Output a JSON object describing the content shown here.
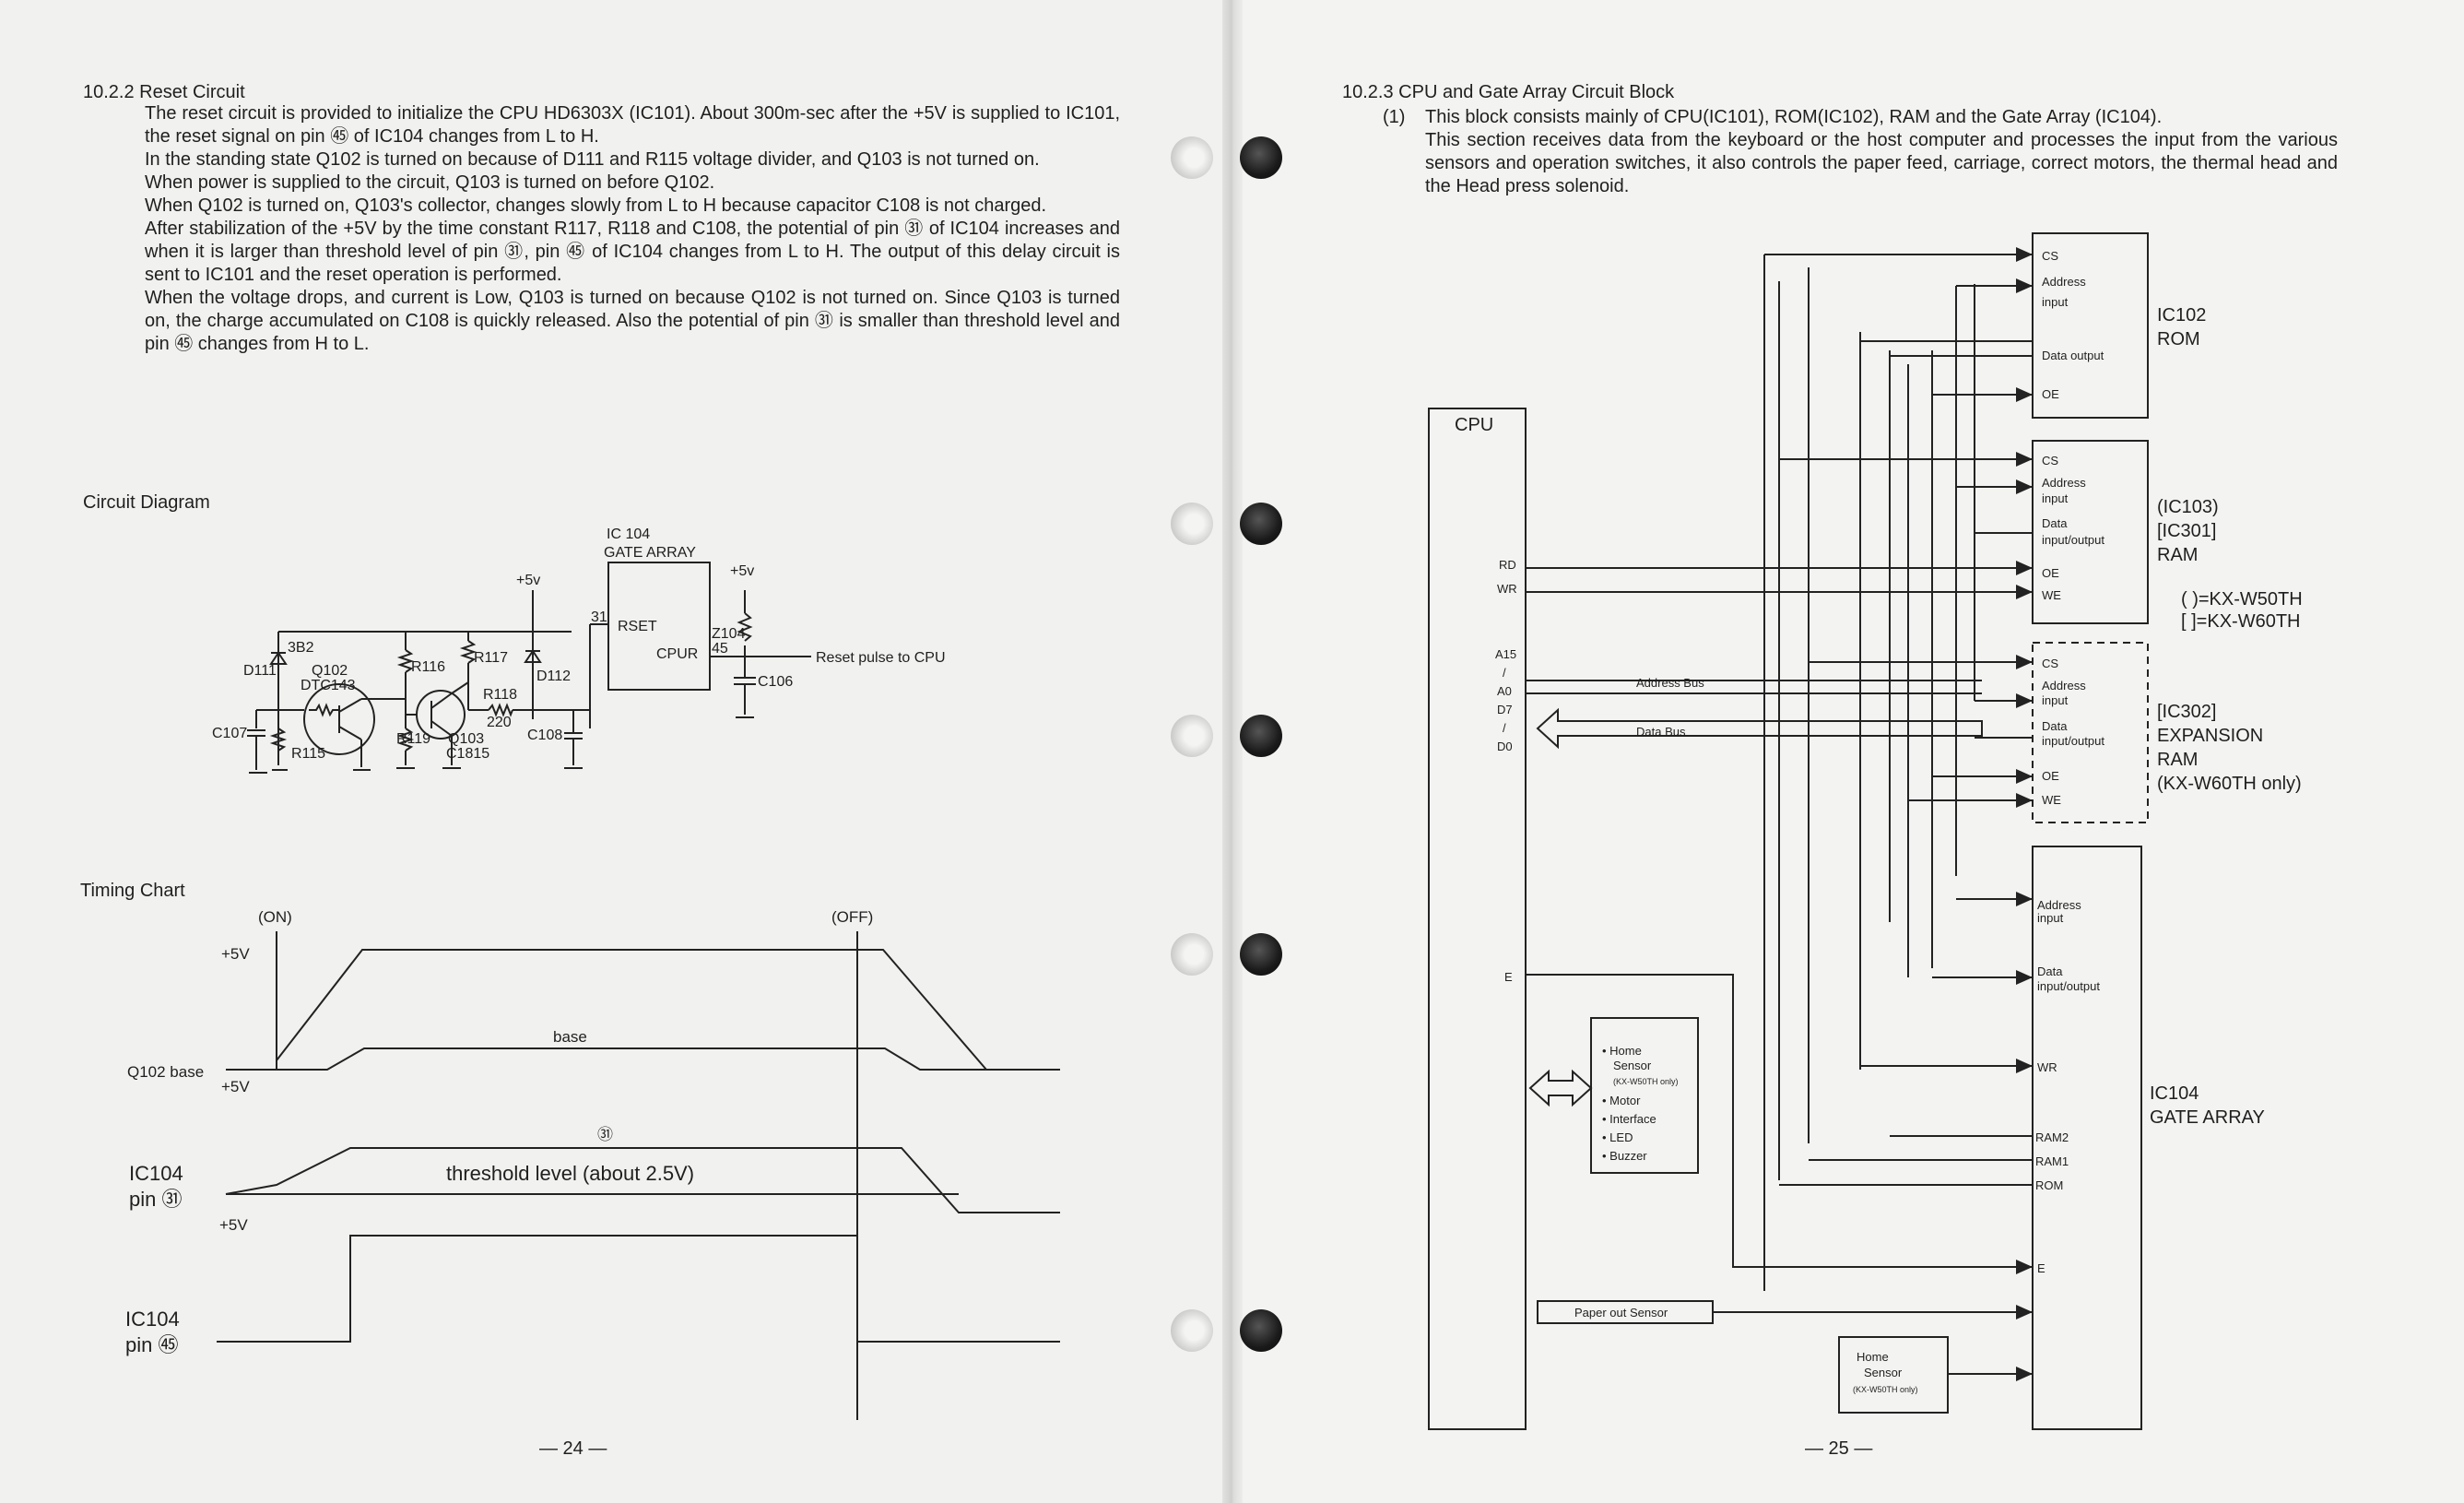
{
  "left_page": {
    "section_number": "10.2.2",
    "section_title": "Reset Circuit",
    "paragraphs": [
      "The reset circuit is provided to initialize the CPU HD6303X (IC101). About 300m-sec after the +5V is supplied to IC101, the reset signal on pin ㊺ of IC104 changes from L to H.",
      "In the standing state Q102 is turned on because of D111 and R115 voltage divider, and Q103 is not turned on.",
      "When power is supplied to the circuit, Q103 is turned on before Q102.",
      "When Q102 is turned on, Q103's collector, changes slowly from L to H because capacitor C108 is not charged.",
      "After stabilization of the +5V by the time constant R117, R118 and C108, the potential of pin ㉛ of IC104 increases and when it is larger than threshold level of pin ㉛, pin ㊺ of IC104 changes from L to H. The output of this delay circuit is sent to IC101 and the reset operation is performed.",
      "When the voltage drops, and current is Low, Q103 is turned on because Q102 is not turned on. Since Q103 is turned on, the charge accumulated on C108 is quickly released. Also the potential of pin ㉛ is smaller than threshold level and pin ㊺ changes from H to L."
    ],
    "circuit_heading": "Circuit Diagram",
    "circuit": {
      "ic_name": "IC 104",
      "ic_desc": "GATE ARRAY",
      "pin_in": "31",
      "pin_in_name": "RSET",
      "pin_out_name": "CPUR",
      "pin_out": "45",
      "z": "Z104",
      "vcc": "+5v",
      "vcc2": "+5v",
      "output_label": "Reset pulse to CPU",
      "d111": "D111",
      "q102": "Q102",
      "q102_type": "DTC143",
      "q102_rank": "3B2",
      "r116": "R116",
      "r117": "R117",
      "r118": "R118",
      "r118_val": "220",
      "r119": "R119",
      "q103": "Q103",
      "q103_type": "C1815",
      "d112": "D112",
      "c108": "C108",
      "c107": "C107",
      "r115": "R115",
      "c106": "C106"
    },
    "timing_heading": "Timing Chart",
    "timing": {
      "on": "(ON)",
      "off": "(OFF)",
      "v1": "+5V",
      "q102_label": "Q102 base",
      "v2": "+5V",
      "base": "base",
      "pin31": "㉛",
      "threshold": "threshold level (about 2.5V)",
      "ic104_a": "IC104",
      "pin31_label": "pin ㉛",
      "v3": "+5V",
      "ic104_b": "IC104",
      "pin45_label": "pin ㊺"
    },
    "page_number": "— 24 —"
  },
  "right_page": {
    "section_number": "10.2.3",
    "section_title": "CPU and Gate Array Circuit Block",
    "item_number": "(1)",
    "item_line1": "This block consists mainly of CPU(IC101), ROM(IC102), RAM and the Gate Array (IC104).",
    "item_line2": "This section receives data from the keyboard or the host computer and processes the input from the various sensors and operation switches, it also controls the paper feed, carriage, correct motors, the thermal head and the Head press solenoid.",
    "block": {
      "cpu": "CPU",
      "rd": "RD",
      "wr": "WR",
      "a15": "A15",
      "slash": "/",
      "a0": "A0",
      "d7": "D7",
      "d0": "D0",
      "e": "E",
      "address_bus": "Address Bus",
      "data_bus": "Data Bus",
      "cs": "CS",
      "address": "Address",
      "input": "input",
      "data_output": "Data output",
      "oe": "OE",
      "data": "Data",
      "input_output": "input/output",
      "we": "WE",
      "ic102": "IC102",
      "rom": "ROM",
      "ic103": "(IC103)",
      "ic301": "[IC301]",
      "ram": "RAM",
      "legend1": "(      )=KX-W50TH",
      "legend2": "[      ]=KX-W60TH",
      "ic302": "[IC302]",
      "expansion": "EXPANSION",
      "ram2": "RAM",
      "w60only": "(KX-W60TH only)",
      "ga_address": "Address",
      "ga_input": "input",
      "ga_data": "Data",
      "ga_io": "input/output",
      "ga_wr": "WR",
      "ram2_pin": "RAM2",
      "ram1_pin": "RAM1",
      "rom_pin": "ROM",
      "e_pin": "E",
      "ic104": "IC104",
      "gate_array": "GATE ARRAY",
      "sensors": [
        "• Home",
        "Sensor",
        "(KX-W50TH only)",
        "• Motor",
        "• Interface",
        "• LED",
        "• Buzzer"
      ],
      "paper_out": "Paper out Sensor",
      "home1": "Home",
      "home2": "Sensor",
      "home3": "(KX-W50TH only)"
    },
    "page_number": "— 25 —"
  }
}
